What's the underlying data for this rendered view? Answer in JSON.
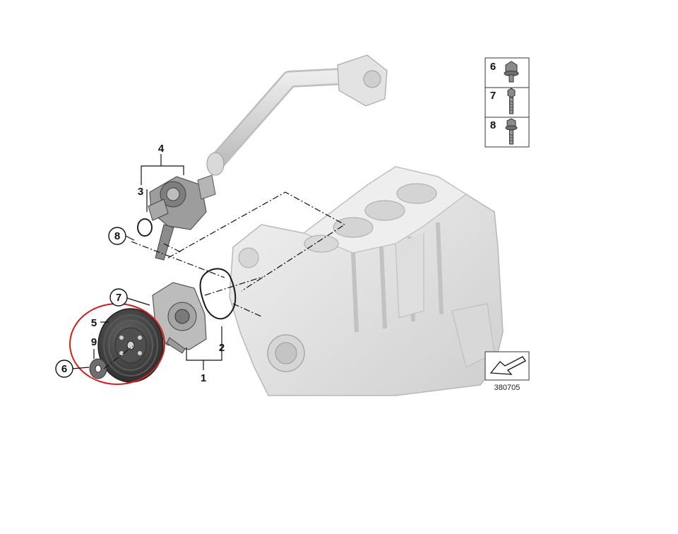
{
  "labels": {
    "part_1": "1",
    "part_2": "2",
    "part_3": "3",
    "part_4": "4",
    "part_5": "5",
    "part_6": "6",
    "part_7": "7",
    "part_8": "8",
    "part_9": "9"
  },
  "legend": {
    "rows": [
      {
        "number": "6"
      },
      {
        "number": "7"
      },
      {
        "number": "8"
      }
    ]
  },
  "diagram_code": "380705",
  "colors": {
    "highlight_ring": "#d42020",
    "engine_block": "#e2e2e2",
    "pulley": "#4a4a4a"
  }
}
